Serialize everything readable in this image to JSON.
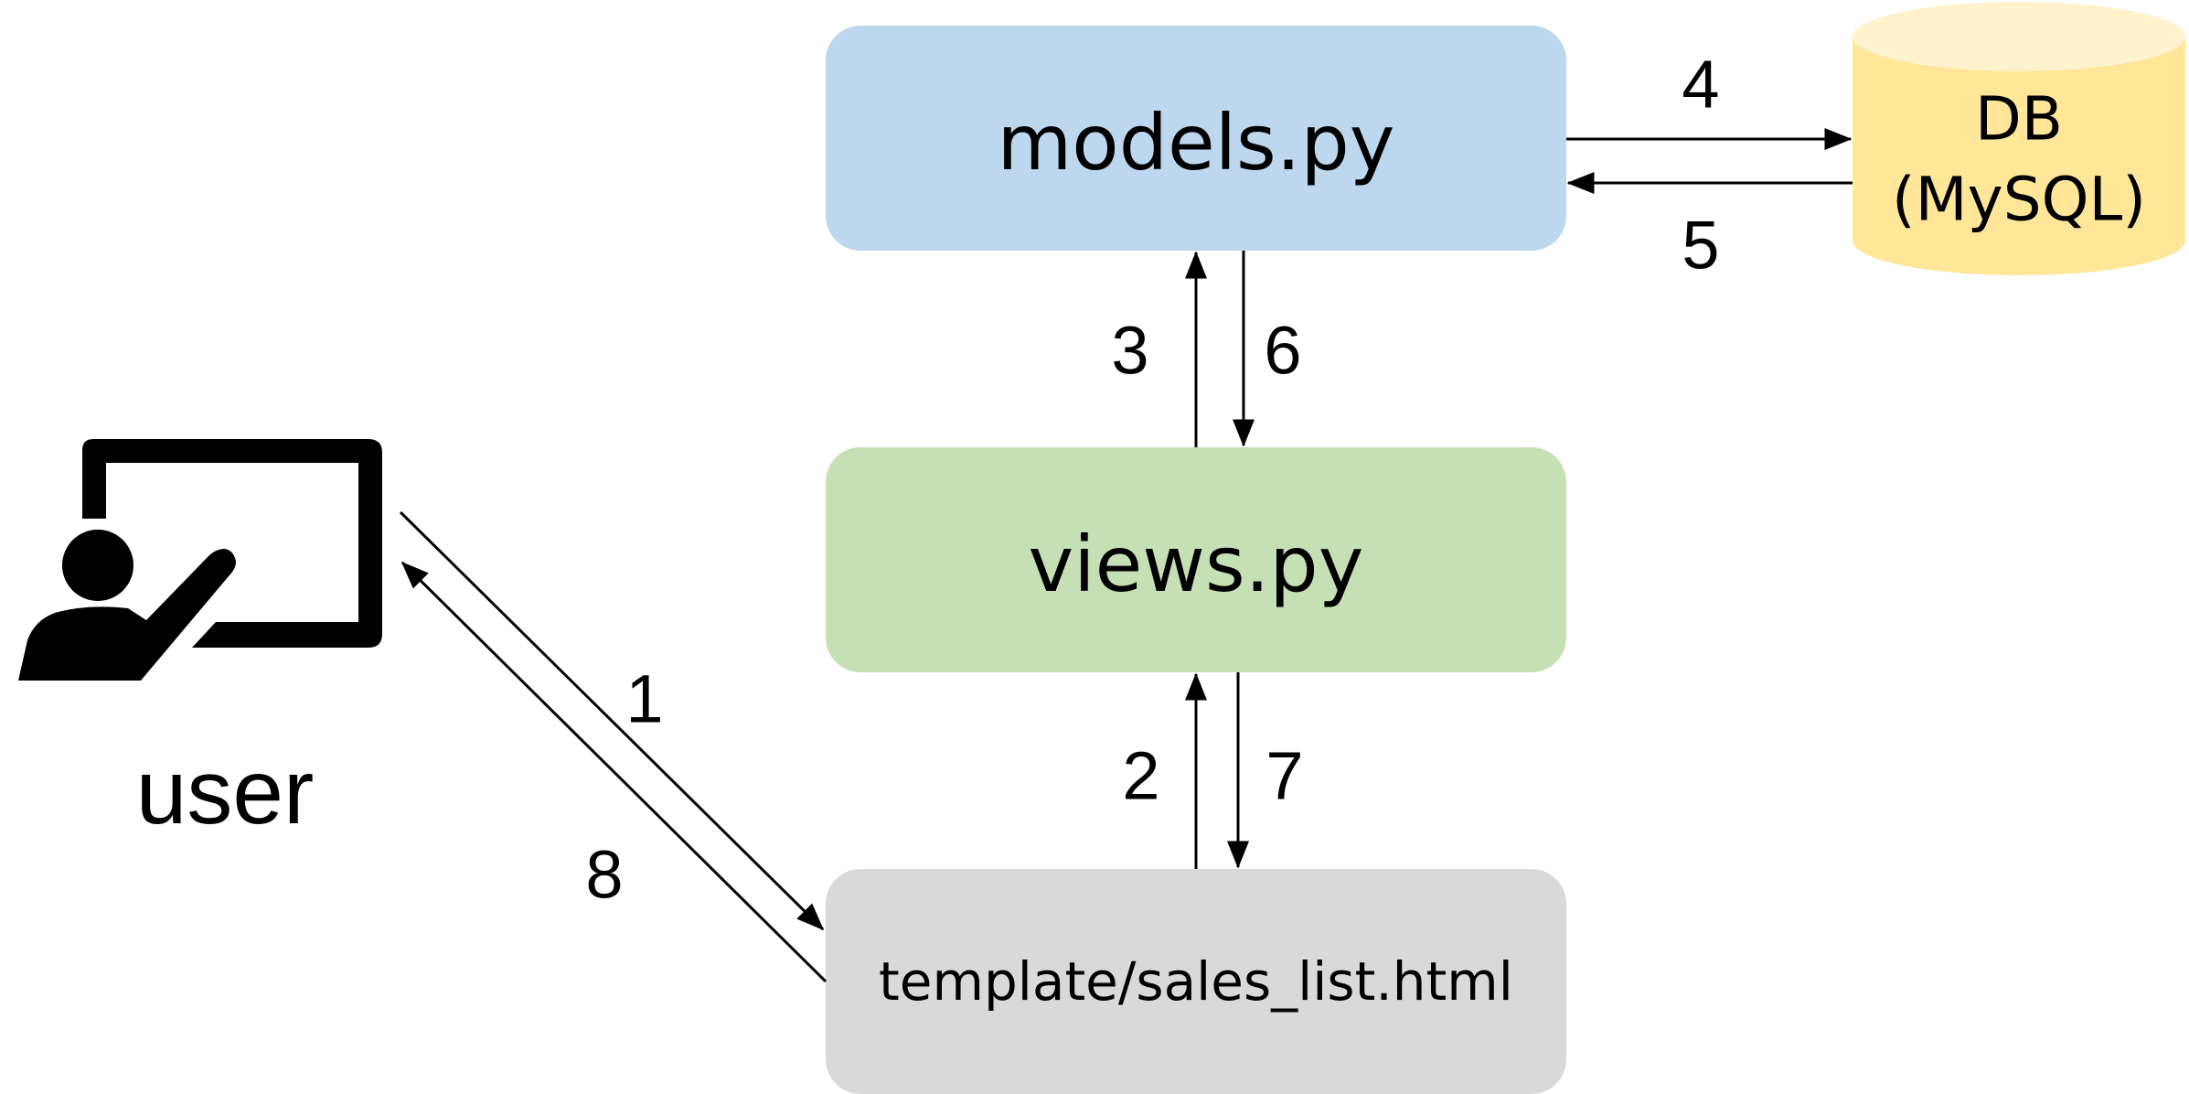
{
  "boxes": {
    "models": {
      "label": "models.py",
      "color": "#bdd7ee"
    },
    "views": {
      "label": "views.py",
      "color": "#c5e0b4"
    },
    "template": {
      "label": "template/sales_list.html",
      "color": "#d9d9d9"
    }
  },
  "database": {
    "line1": "DB",
    "line2": "(MySQL)",
    "color": "#ffe699",
    "top_color": "#fff2cc"
  },
  "user": {
    "label": "user",
    "icon": "presenter-at-board-icon"
  },
  "steps": {
    "s1": "1",
    "s2": "2",
    "s3": "3",
    "s4": "4",
    "s5": "5",
    "s6": "6",
    "s7": "7",
    "s8": "8"
  }
}
